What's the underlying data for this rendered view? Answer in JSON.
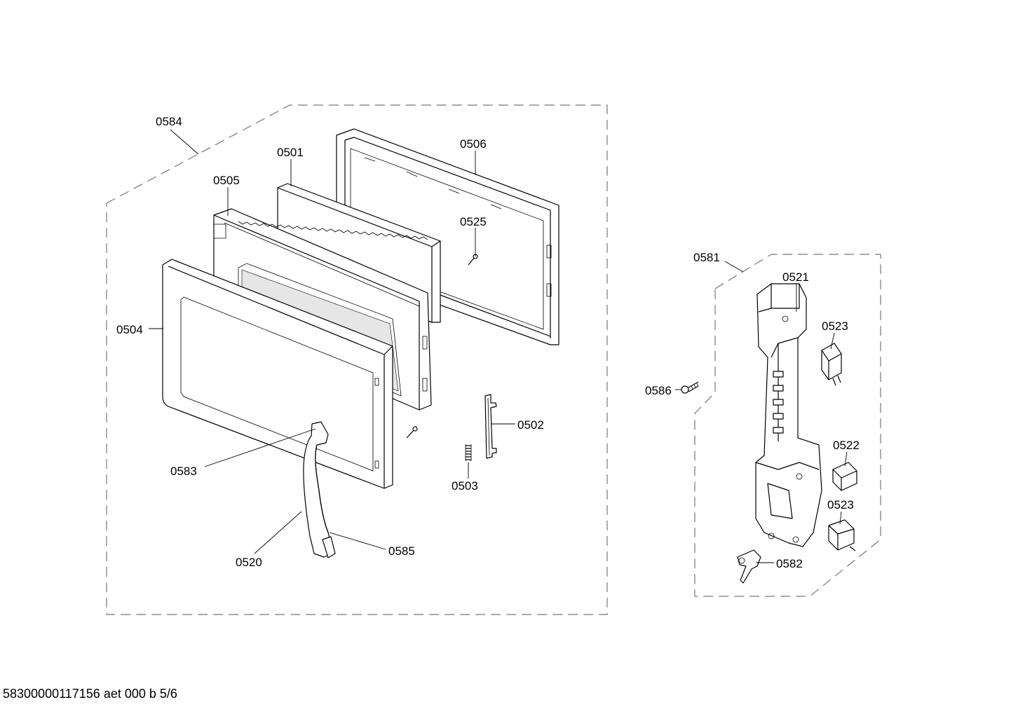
{
  "labels": {
    "p0584": "0584",
    "p0501": "0501",
    "p0506": "0506",
    "p0505": "0505",
    "p0525": "0525",
    "p0504": "0504",
    "p0502": "0502",
    "p0583": "0583",
    "p0503": "0503",
    "p0520": "0520",
    "p0585": "0585",
    "p0581": "0581",
    "p0521": "0521",
    "p0523a": "0523",
    "p0586": "0586",
    "p0522": "0522",
    "p0523b": "0523",
    "p0582": "0582"
  },
  "footer": "58300000117156 aet 000 b 5/6"
}
